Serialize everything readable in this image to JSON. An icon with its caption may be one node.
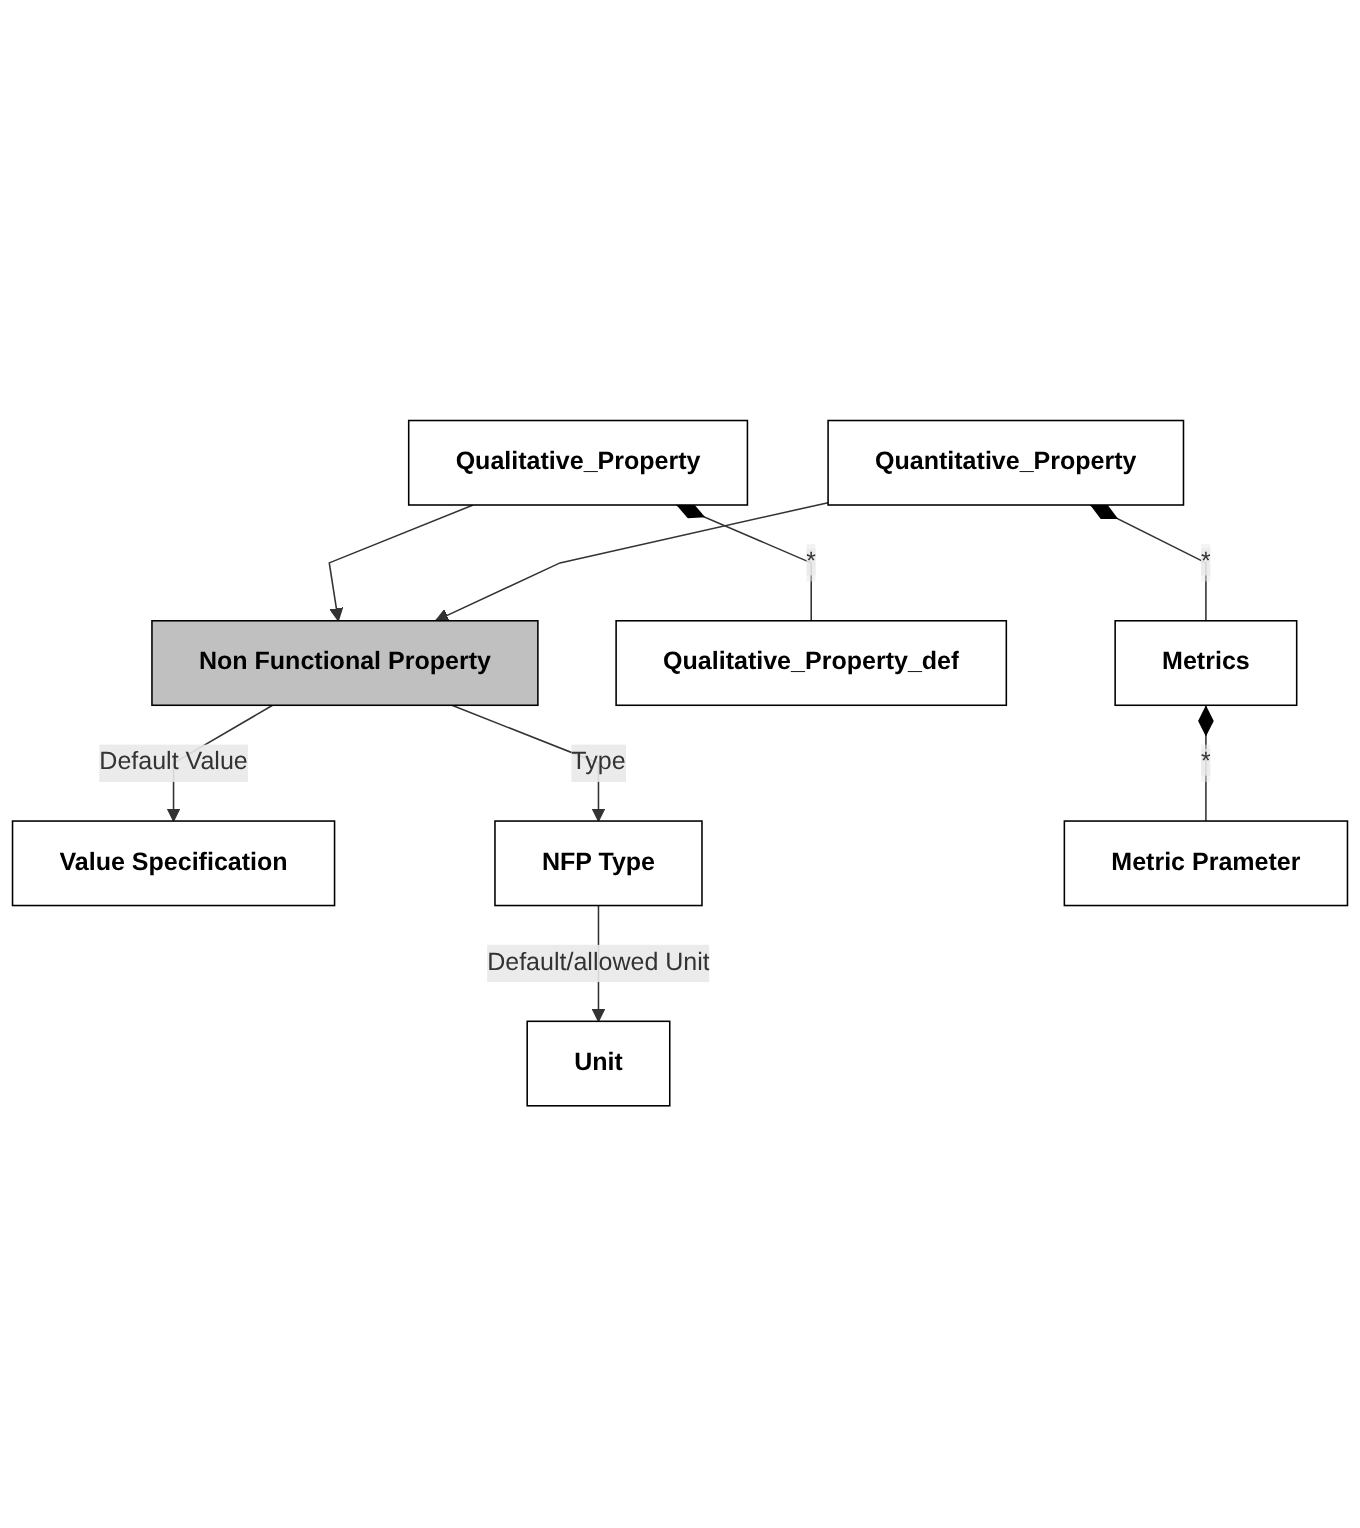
{
  "diagram": {
    "nodes": [
      {
        "text": [
          "Unit"
        ]
      },
      {
        "text": [
          "Value Specification"
        ]
      },
      {
        "text": [
          "NFP Type"
        ]
      },
      {
        "text": [
          "Non Functional Property"
        ]
      },
      {
        "text": [
          "Qualitative_Property"
        ]
      },
      {
        "text": [
          "Quantitative_Property"
        ]
      },
      {
        "text": [
          "Qualitative_Property_def"
        ]
      },
      {
        "text": [
          "Metrics"
        ]
      },
      {
        "text": [
          "Metric Prameter"
        ]
      }
    ],
    "edges": [
      {
        "from": 2,
        "to": 0,
        "arrow": "to",
        "label": "Default/allowed Unit"
      },
      {
        "from": 3,
        "to": 1,
        "arrow": "to",
        "label": "Default Value"
      },
      {
        "from": 3,
        "to": 2,
        "arrow": "to",
        "label": "Type"
      },
      {
        "from": 4,
        "to": 3,
        "arrow": "to"
      },
      {
        "from": 5,
        "to": 3,
        "arrow": "to"
      },
      {
        "from": 4,
        "to": 6,
        "arrow": "other",
        "label": "*"
      },
      {
        "from": 5,
        "to": 7,
        "arrow": "other",
        "label": "*"
      },
      {
        "from": 7,
        "to": 8,
        "arrow": "other",
        "label": "*"
      }
    ]
  }
}
